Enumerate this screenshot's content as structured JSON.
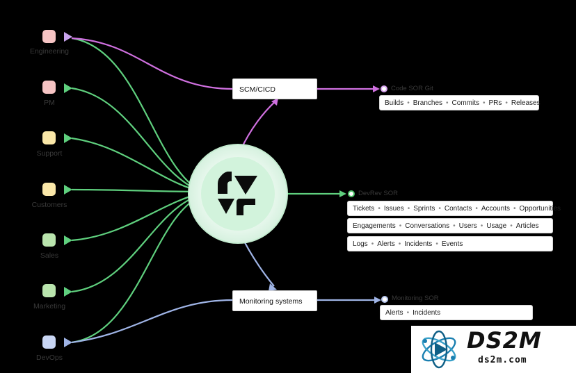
{
  "sources": [
    {
      "label": "Engineering",
      "color": "#f6c4c4"
    },
    {
      "label": "PM",
      "color": "#f6c4c4"
    },
    {
      "label": "Support",
      "color": "#fae7a8"
    },
    {
      "label": "Customers",
      "color": "#fae7a8"
    },
    {
      "label": "Sales",
      "color": "#b9e4ad"
    },
    {
      "label": "Marketing",
      "color": "#b9e4ad"
    },
    {
      "label": "DevOps",
      "color": "#c9d6f4"
    }
  ],
  "hubs": {
    "scm": "SCM/CICD",
    "monitoring": "Monitoring systems"
  },
  "sors": {
    "code": {
      "title": "Code SOR Git",
      "dot_color": "#d9a6f0",
      "rows": [
        [
          "Builds",
          "Branches",
          "Commits",
          "PRs",
          "Releases"
        ]
      ]
    },
    "devrev": {
      "title": "DevRev SOR",
      "dot_color": "#4fc46a",
      "rows": [
        [
          "Tickets",
          "Issues",
          "Sprints",
          "Contacts",
          "Accounts",
          "Opportunities"
        ],
        [
          "Engagements",
          "Conversations",
          "Users",
          "Usage",
          "Articles"
        ],
        [
          "Logs",
          "Alerts",
          "Incidents",
          "Events"
        ]
      ]
    },
    "monitoring": {
      "title": "Monitoring SOR",
      "dot_color": "#b7c6ee",
      "rows": [
        [
          "Alerts",
          "Incidents"
        ]
      ]
    }
  },
  "colors": {
    "green_flow": "#5fd07e",
    "pink_flow": "#d070e0",
    "blue_flow": "#9fb4e6"
  },
  "watermark": {
    "title": "DS2M",
    "subtitle": "ds2m.com"
  }
}
